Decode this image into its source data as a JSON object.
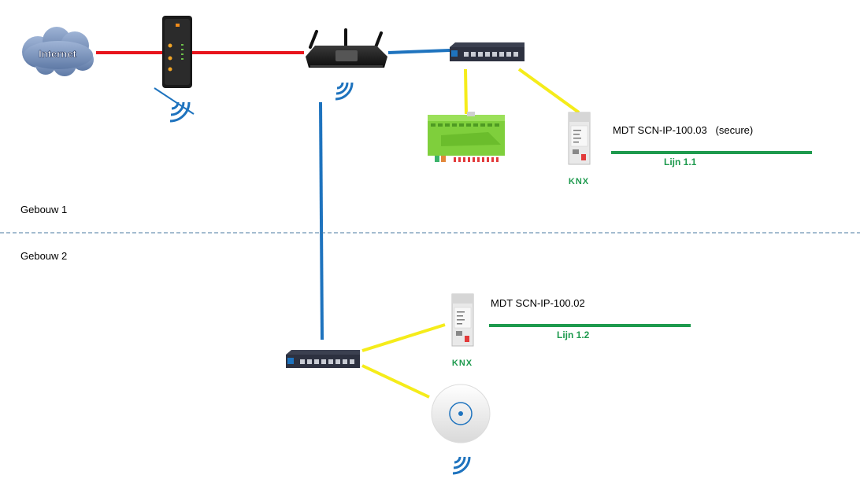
{
  "cloud": {
    "label": "Internet"
  },
  "zones": {
    "top": "Gebouw 1",
    "bottom": "Gebouw 2"
  },
  "devices": {
    "ip_interface_1": {
      "name": "MDT SCN-IP-100.03",
      "note": "(secure)",
      "line": "Lijn 1.1"
    },
    "ip_interface_2": {
      "name": "MDT SCN-IP-100.02",
      "line": "Lijn 1.2"
    }
  },
  "logos": {
    "knx": "KNX"
  },
  "colors": {
    "wan": "#e8141c",
    "lan": "#1e73be",
    "poe": "#f5ec1a",
    "knx_bus": "#1e9a4e",
    "divider": "#4a78a0"
  }
}
